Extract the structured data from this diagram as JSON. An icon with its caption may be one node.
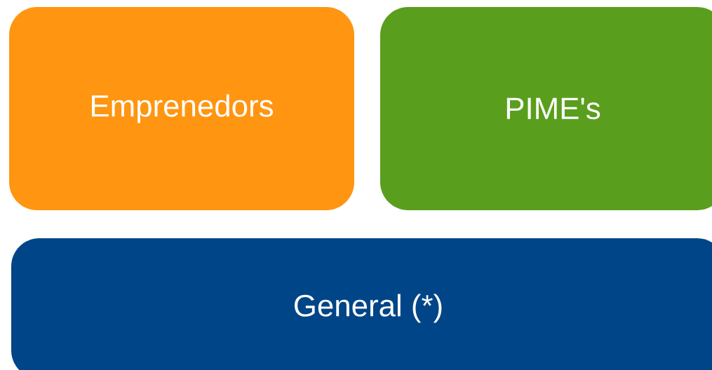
{
  "diagram": {
    "nodes": [
      {
        "text": [
          "Emprenedors"
        ]
      },
      {
        "text": [
          "PIME's"
        ]
      },
      {
        "text": [
          "General (*)"
        ]
      }
    ]
  }
}
